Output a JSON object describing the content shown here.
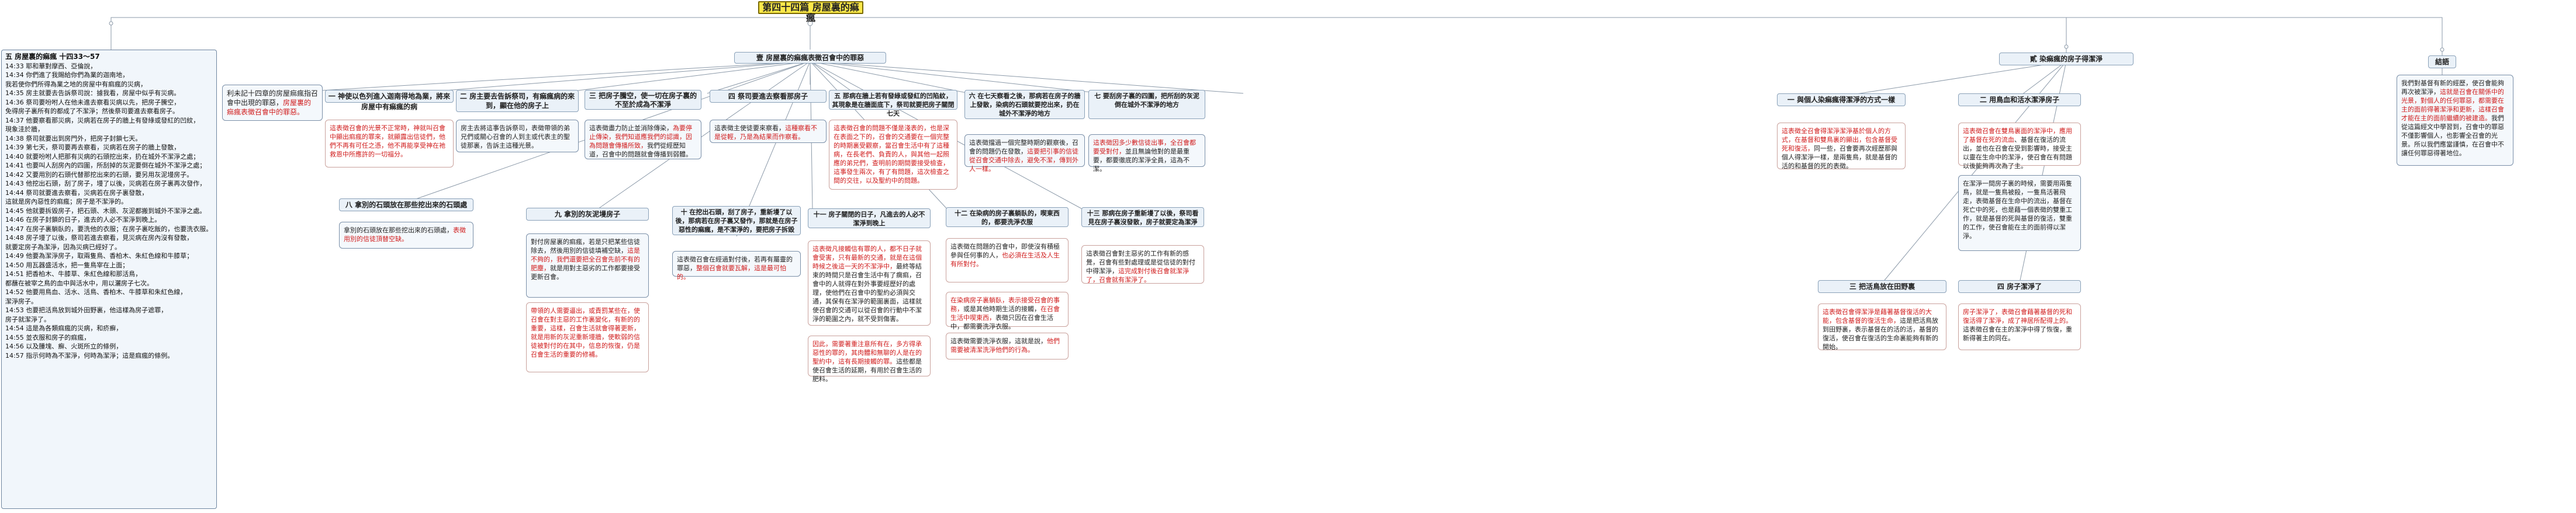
{
  "root_title": "第四十四篇 房屋裏的痲瘋",
  "scripture": {
    "title": "五 房屋裏的痲瘋 十四33～57",
    "lines": [
      "14:33 耶和華對摩西、亞倫說，",
      "14:34 你們進了我賜給你們為業的迦南地，",
      "我若使你們所得為業之地的房屋中有痲瘋的災病，",
      "14:35 房主就要去告訴祭司說：據我看，房屋中似乎有災病。",
      "14:36 祭司要吩咐人在他未進去察看災病以先，把房子騰空，",
      "免得房子裏所有的都成了不潔淨；然後祭司要進去察看房子。",
      "14:37 他要察看那災病，災病若在房子的牆上有發綠或發紅的凹紋，",
      "現象洼於牆，",
      "14:38 祭司就要出到房門外，把房子封鎖七天。",
      "14:39 第七天，祭司要再去察看，災病若在房子的牆上發散，",
      "14:40 就要吩咐人把那有災病的石頭挖出來，扔在城外不潔淨之處；",
      "14:41 也要叫人刮房內的四圍，所刮掉的灰泥要倒在城外不潔淨之處；",
      "14:42 又要用別的石頭代替那挖出來的石頭，要另用灰泥墁房子。",
      "14:43 他挖出石頭，刮了房子，墁了以後，災病若在房子裏再次發作，",
      "14:44 祭司就要進去察看，災病若在房子裏發散，",
      "這就是房內惡性的痲瘋；房子是不潔淨的。",
      "14:45 他就要拆毀房子，把石頭、木頭、灰泥都搬到城外不潔淨之處。",
      "14:46 在房子封鎖的日子，進去的人必不潔淨到晚上。",
      "14:47 在房子裏躺臥的，要洗他的衣服；在房子裏吃飯的，也要洗衣服。",
      "14:48 房子墁了以後，祭司若進去察看，見災病在房內沒有發散，",
      "就要定房子為潔淨，因為災病已經好了。",
      "14:49 他要為潔淨房子，取兩隻鳥、香柏木、朱紅色線和牛膝草；",
      "14:50 用瓦器盛活水，把一隻鳥宰在上面；",
      "14:51 把香柏木、牛膝草、朱紅色線和那活鳥，",
      "都蘸在被宰之鳥的血中與活水中，用以灑房子七次。",
      "14:52 他要用鳥血、活水、活鳥、香柏木、牛膝草和朱紅色線，",
      "潔淨房子。",
      "14:53 也要把活鳥放到城外田野裏，他這樣為房子遮罪，",
      "房子就潔淨了。",
      "14:54 這是為各類痲瘋的災病，和疥癬，",
      "14:55 並衣服和房子的痲瘋，",
      "14:56 以及腫塊、癬、火斑所立的條例，",
      "14:57 指示何時為不潔淨，何時為潔淨；這是痲瘋的條例。"
    ]
  },
  "branch_a": {
    "title": "壹 房屋裏的痲瘋表徵召會中的罪惡",
    "intro_note": "利未記十四章的房屋痲瘋指召會中出現的罪惡，",
    "intro_red": "房屋裏的痲瘋表徵召會中的罪惡。",
    "s1": {
      "title": "一 神使以色列進入迦南得地為業，將來房屋中有痲瘋的病",
      "red": "這表徵召會的光景不正常時，神就叫召會中顯出痲瘋的罪來，就顯露出信徒們，他們不再有可任之憑，他不再能享受神在祂救恩中所應許的一切福分。"
    },
    "s2": {
      "title": "二 房主要去告訴祭司，有痲瘋病的來到，顯在他的房子上",
      "note": "房主去將這事告訴祭司，表徵帶領的弟兄們或關心召會的人到主或代表主的聖徒那裏，告訴主這種光景。"
    },
    "s3": {
      "title": "三 把房子騰空，使一切在房子裏的不至於成為不潔淨",
      "note": "這表徵盡力防止並消除傳染，",
      "red1": "為要停止傳染，我們知道應我們的認識，因為問題會傳播",
      "red2": "所致，",
      "note2": "我們從經歷知道，召會中的問題就會傳播到弱體。"
    },
    "s4": {
      "title": "四 祭司要進去察看那房子",
      "note1": "這表徵主使徒要來察看，",
      "red1": "這種察看不是從輕，乃是為結果而作察看。"
    },
    "s5": {
      "title": "五 那病在牆上若有發綠或發紅的凹陷紋，其現象是在牆面底下，祭司就要把房子關閉七天",
      "red": "這表徵召會的問題不僅是淺表的，也是深在表面之下的，召會的交通要在一個完整的時期裏受觀察，當召會生活中有了這種病，在長老們、負責的人，與其他一起照應的弟兄們，查明前的期間要接受檢查，這事發生兩次，有了有問題，這次檢查之間的交往，以及聖約中的問題。"
    },
    "s6": {
      "title": "六 在七天察看之後，那病若在房子的牆上發散，染病的石頭就要挖出來，扔在城外不潔淨的地方",
      "note": "這表徵擋過一個完整時期的觀察後，召會的問題仍在發散，",
      "red": "這要把引事的信徒從召會交通中除去，避免不潔，傳到外人一樣。"
    },
    "s7": {
      "title": "七 要刮房子裏的四圍，把所刮的灰泥倒在城外不潔淨的地方",
      "red": "這表徵因多少數信徒出事，全召會都要受對付，",
      "note": "並且無論他對的是最重要，都要徹底的潔淨全員，這為不潔。"
    },
    "s8": {
      "title": "八 拿別的石頭放在那些挖出來的石頭處",
      "note1": "拿別的石頭放在那些挖出來的石頭處，",
      "red1": "表徵用別的信徒頂替空缺。"
    },
    "s9": {
      "title": "九 拿別的灰泥墁房子",
      "note": "對付房屋裏的痲瘋，若是只把某些信徒除去，然後用別的信徒填補空缺，",
      "red1": "這是不夠的，我們還要把全召會先前不有的肥塵，",
      "note2": "就是用對主惡劣的工作都要接受更新召會。",
      "red2": "帶領的人需要逼出，或責罰某些在，使召會在對主惡的工作裏變化，有新的的重要，這樣，召會生活就會得著更新，就是用新的灰泥重新墁牆，使軟弱的信徒被對付的在其中，信息的恢復，仍是召會生活的重要的修補。"
    },
    "s10": {
      "title": "十 在挖出石頭，刮了房子，重新墁了以後，那病若在房子裏又發作，那就是在房子惡性的痲瘋，是不潔淨的，要把房子拆毀",
      "note1": "這表徵召會在經過對付後，若再有屬靈的罪惡，",
      "red1": "整個召會就要瓦解，這是最可怕的。"
    },
    "s11": {
      "title": "十一 房子關閉的日子，凡進去的人必不潔淨到晚上",
      "red1": "這表徵凡接觸信有罪的人，都不日子就會受害，只有最新的交通，就是在這個時候之後這一天的不潔淨中，",
      "note1": "最終等結束的時間只是召會生活中有了瘸痲，召會中的人就得在對外事要經歷好的處理，使他們在召會中的聖約必須與交通，其保有在潔淨的範圍裏面，這樣就使召會的交通可以從召會的行動中不潔淨的範圍之內，就不受到傷害。",
      "red2": "因此，需要著重注意所有在，多方得承惡性的罪的，其肉體和無聊的人是在的聖約中，這有長期接觸的罪。",
      "note2": "這些都是使召會生活的延期，有用於召會生活的肥料。"
    },
    "s12": {
      "title": "十二 在染病的房子裏躺臥的，喫東西的，都要洗淨衣服",
      "note1": "這表徵在問題的召會中，即使沒有積極參與任何事的人，",
      "red1": "也必須在生活及人生有所對付。",
      "red2": "在染病房子裏躺臥，表示接受召會的事務，",
      "note2": "或是其他時期生活的接觸，",
      "red3": "在召會生活中喫東西，",
      "note3": "表徵只因在召會生活中，都需要洗淨衣服。",
      "note4": "這表徵需要洗淨衣服，這就是說，",
      "red4": "他們需要被清潔洗淨他們的行為。"
    },
    "s13": {
      "title": "十三 那病在房子重新墁了以後，祭司看見在房子裏沒發散，房子就要定為潔淨",
      "note1": "這表徵召會對主惡劣的工作有新的感覺，召會有些對處理或是從信徒的對付中得潔淨，",
      "red1": "這完成對付後召會就潔淨了，召會就有潔淨了。"
    }
  },
  "branch_b": {
    "title": "貳 染痲瘋的房子得潔淨",
    "s1": {
      "title": "一 與個人染痲瘋得潔淨的方式一樣",
      "red": "這表徵全召會得潔淨潔淨基於個人的方式，在基督和雙鳥裏的顯出，包含基督受死和復活，",
      "note": "同一些，召會要再次經歷那與個人得潔淨一樣，是兩隻鳥，就是基督的活的和基督的死的表徵。"
    },
    "s2": {
      "title": "二 用鳥血和活水潔淨房子",
      "red": "這表徵召會在雙鳥裏面的潔淨中，應用了基督在死的流血",
      "note": "、基督在復活的流出，並也在召會在受到影響時，接受主以靈在生命中的潔淨，使召會在有問題以後能夠再次為了主。",
      "note2": "在潔淨一間房子裏的時候，需要用兩隻鳥，就是一隻鳥被殺，一隻鳥活著飛走，表徵基督在生命中的流出，基督在死亡中的死，也是藉一個表徵的雙重工作，就是基督的死與基督的復活，雙重的工作，使召會能在主的面前得以潔淨。"
    },
    "s3": {
      "title": "三 把活鳥放在田野裏",
      "red": "這表徵召會得潔淨是藉著基督復活的大能，包含基督的復活生命，",
      "note": "這是把活鳥放到田野裏，表示基督在的活的活，基督的復活，使召會在復活的生命裏能夠有新的開始。"
    },
    "s4": {
      "title": "四 房子潔淨了",
      "red": "房子潔淨了，表徵召會藉著基督的死和復活得了潔淨，成了神居所配得上的。",
      "note": "這表徵召會在主的潔淨中得了恢復，重新得著主的同在。"
    }
  },
  "conclusion": {
    "title": "結語",
    "note1": "我們對基督有新的經歷，使召會能夠再次被潔淨，",
    "red1": "這就是召會在關係中的光景，對個人的任何罪惡，都需要在主的面前得著潔淨和更新，這樣召會才能在主的面前繼續的被建造。",
    "note2": "我們從這篇經文中學習到，召會中的罪惡不僅影響個人，也影響全召會的光景。所以我們應當謹慎，在召會中不讓任何罪惡得著地位。"
  }
}
